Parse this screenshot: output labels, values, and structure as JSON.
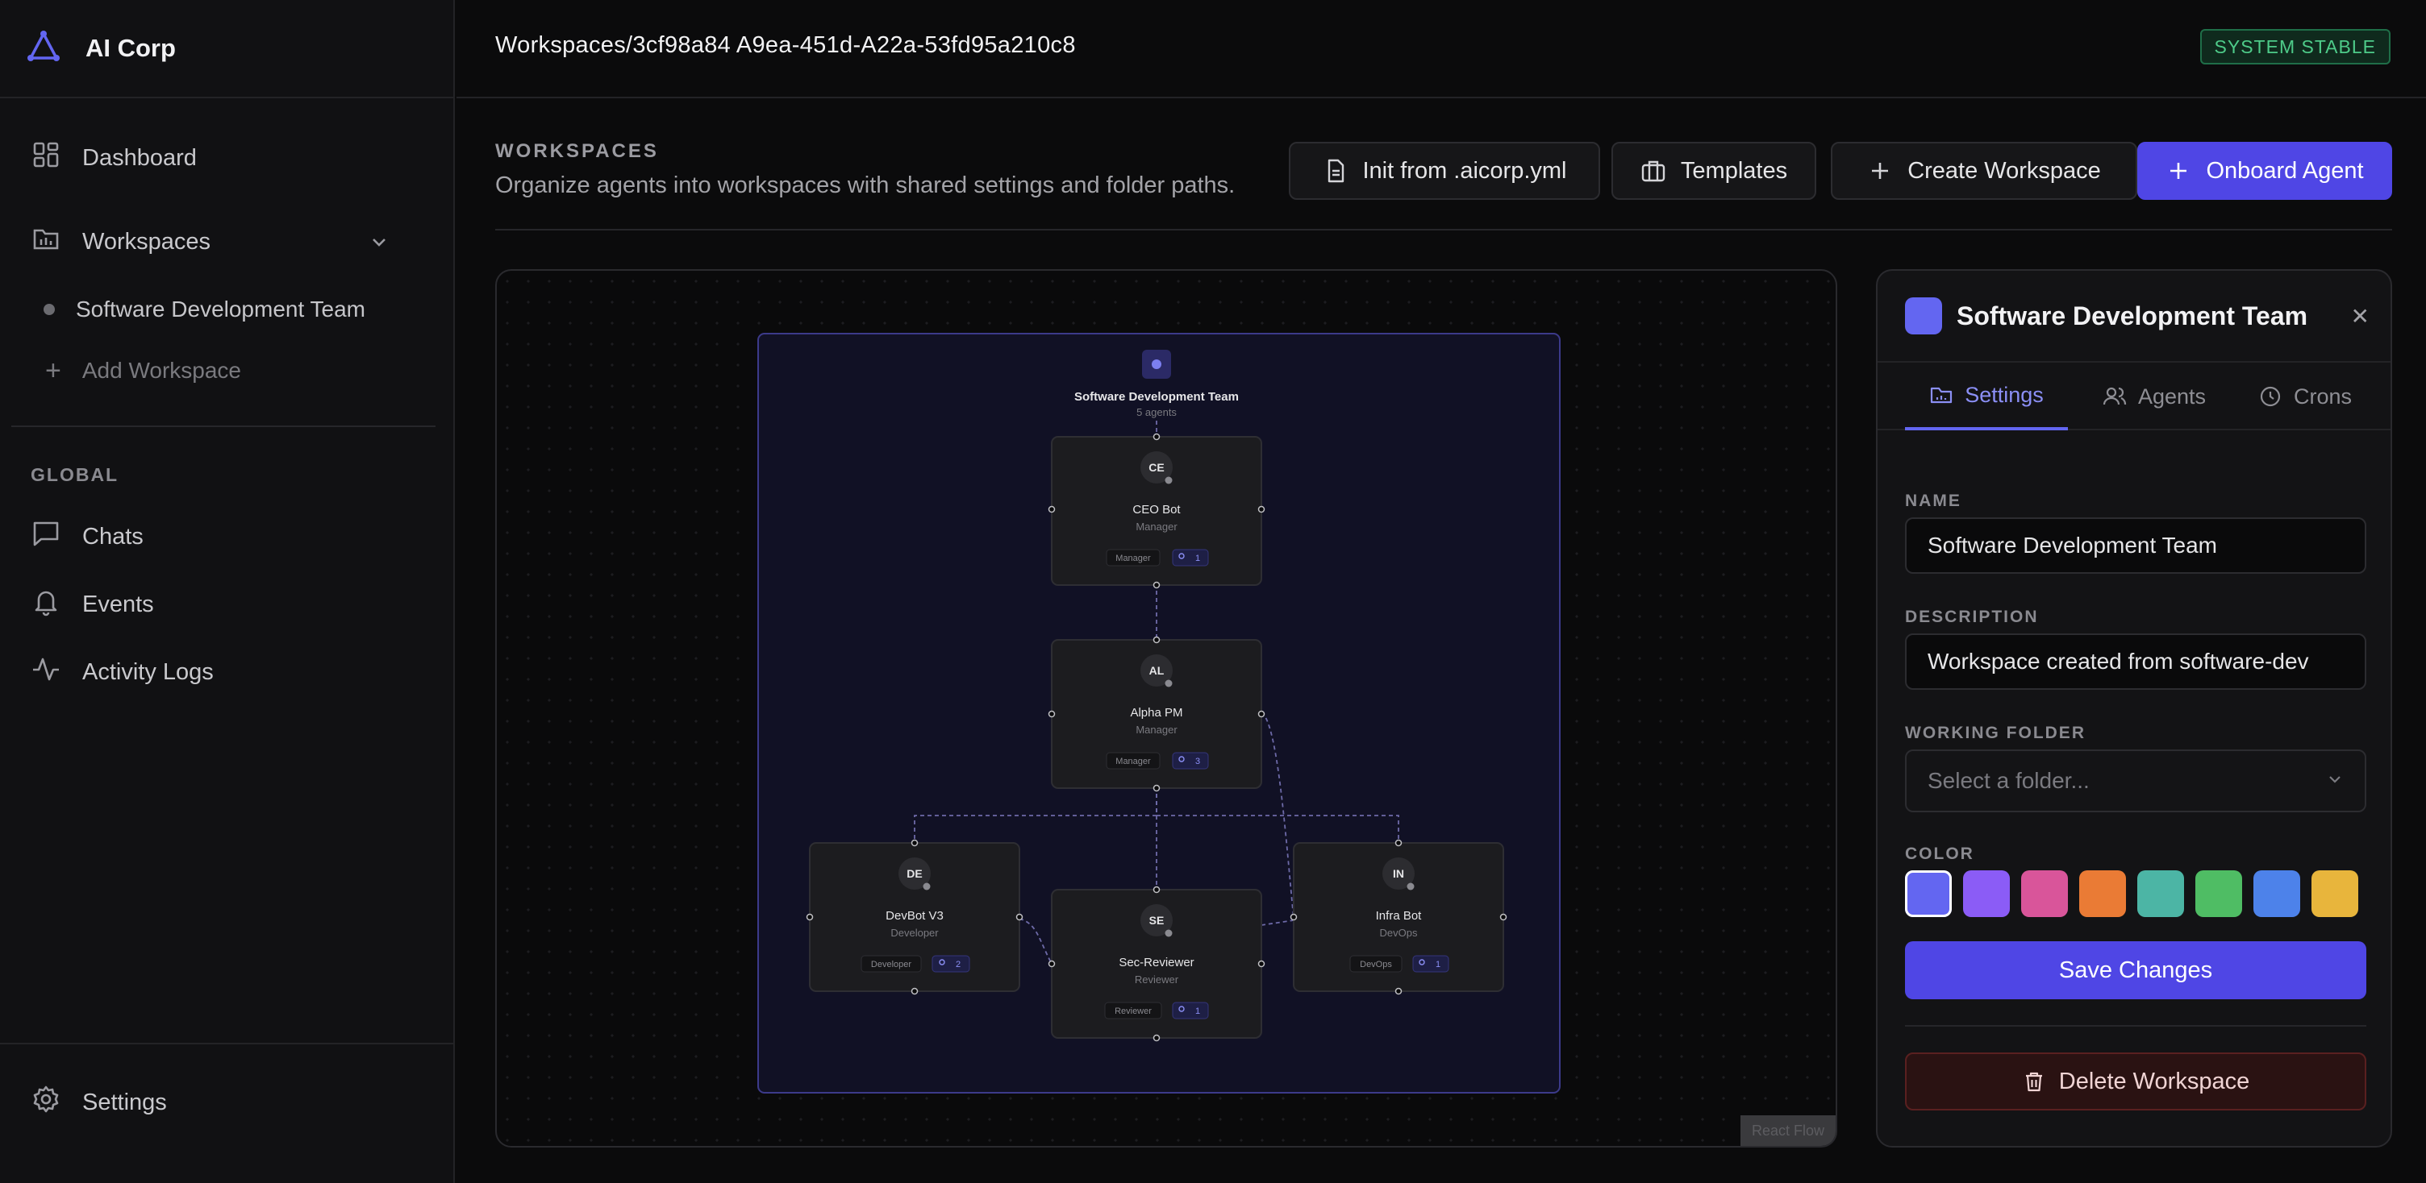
{
  "app": {
    "name": "AI Corp"
  },
  "header": {
    "breadcrumb": "Workspaces/3cf98a84 A9ea-451d-A22a-53fd95a210c8",
    "status": "SYSTEM STABLE"
  },
  "sidebar": {
    "items": [
      {
        "label": "Dashboard",
        "icon": "dashboard-icon"
      },
      {
        "label": "Workspaces",
        "icon": "workspaces-icon"
      }
    ],
    "workspaces": [
      {
        "label": "Software Development Team"
      }
    ],
    "add_workspace": "Add Workspace",
    "global_label": "GLOBAL",
    "global_items": [
      {
        "label": "Chats",
        "icon": "chat-icon"
      },
      {
        "label": "Events",
        "icon": "bell-icon"
      },
      {
        "label": "Activity Logs",
        "icon": "activity-icon"
      }
    ],
    "settings": "Settings"
  },
  "page": {
    "title": "WORKSPACES",
    "subtitle": "Organize agents into workspaces with shared settings and folder paths.",
    "actions": {
      "init": "Init from .aicorp.yml",
      "templates": "Templates",
      "create": "Create Workspace",
      "onboard": "Onboard Agent"
    }
  },
  "graph": {
    "group": {
      "name": "Software Development Team",
      "count": "5 agents"
    },
    "nodes": [
      {
        "id": "ce",
        "initials": "CE",
        "name": "CEO Bot",
        "role": "Manager",
        "tag": "Manager",
        "members": "1"
      },
      {
        "id": "al",
        "initials": "AL",
        "name": "Alpha PM",
        "role": "Manager",
        "tag": "Manager",
        "members": "3"
      },
      {
        "id": "de",
        "initials": "DE",
        "name": "DevBot V3",
        "role": "Developer",
        "tag": "Developer",
        "members": "2"
      },
      {
        "id": "se",
        "initials": "SE",
        "name": "Sec-Reviewer",
        "role": "Reviewer",
        "tag": "Reviewer",
        "members": "1"
      },
      {
        "id": "in",
        "initials": "IN",
        "name": "Infra Bot",
        "role": "DevOps",
        "tag": "DevOps",
        "members": "1"
      }
    ],
    "attribution": "React Flow"
  },
  "panel": {
    "title": "Software Development Team",
    "color": "#6366f1",
    "tabs": [
      {
        "label": "Settings"
      },
      {
        "label": "Agents"
      },
      {
        "label": "Crons"
      }
    ],
    "name_label": "NAME",
    "name_value": "Software Development Team",
    "description_label": "DESCRIPTION",
    "description_value": "Workspace created from software-dev",
    "folder_label": "WORKING FOLDER",
    "folder_placeholder": "Select a folder...",
    "color_label": "COLOR",
    "colors": [
      "#6366f1",
      "#8b5cf6",
      "#d9559a",
      "#ea7b35",
      "#4cb5a5",
      "#4fbd64",
      "#4d82ea",
      "#e8b53c"
    ],
    "save": "Save Changes",
    "delete": "Delete Workspace"
  }
}
